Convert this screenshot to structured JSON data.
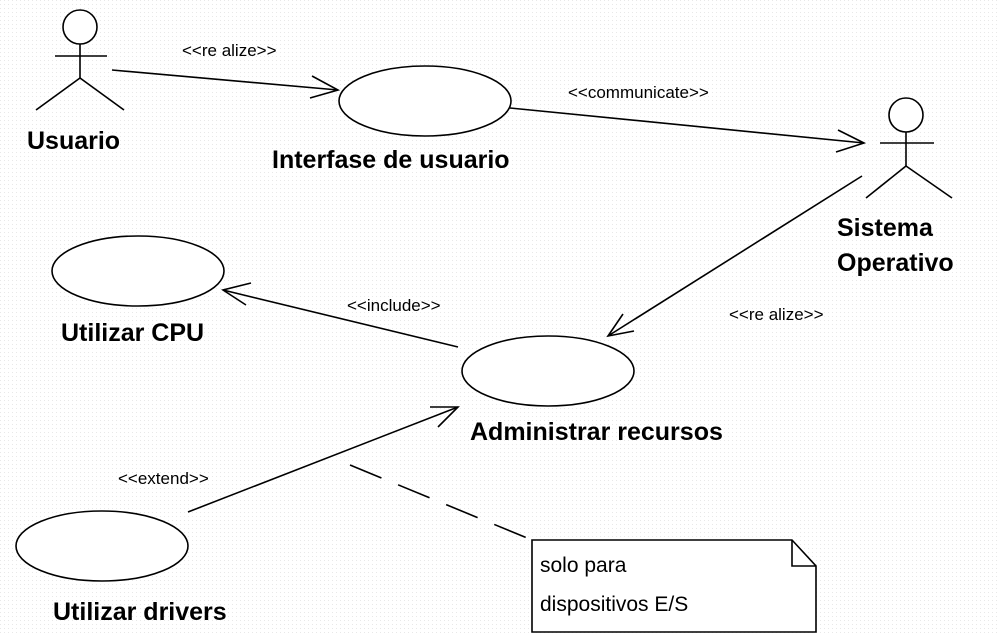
{
  "actors": {
    "usuario": {
      "label_lines": [
        "Usuario"
      ]
    },
    "sistema_operativo": {
      "label_lines": [
        "Sistema",
        "Operativo"
      ]
    }
  },
  "use_cases": {
    "interfase": {
      "label": "Interfase de usuario"
    },
    "utilizar_cpu": {
      "label": "Utilizar CPU"
    },
    "administrar": {
      "label": "Administrar recursos"
    },
    "utilizar_drivers": {
      "label": "Utilizar drivers"
    }
  },
  "relations": {
    "realize_top": {
      "label": "<<re alize>>"
    },
    "communicate": {
      "label": "<<communicate>>"
    },
    "include": {
      "label": "<<include>>"
    },
    "realize_right": {
      "label": "<<re alize>>"
    },
    "extend": {
      "label": "<<extend>>"
    }
  },
  "note": {
    "lines": [
      "solo para",
      "dispositivos E/S"
    ]
  }
}
